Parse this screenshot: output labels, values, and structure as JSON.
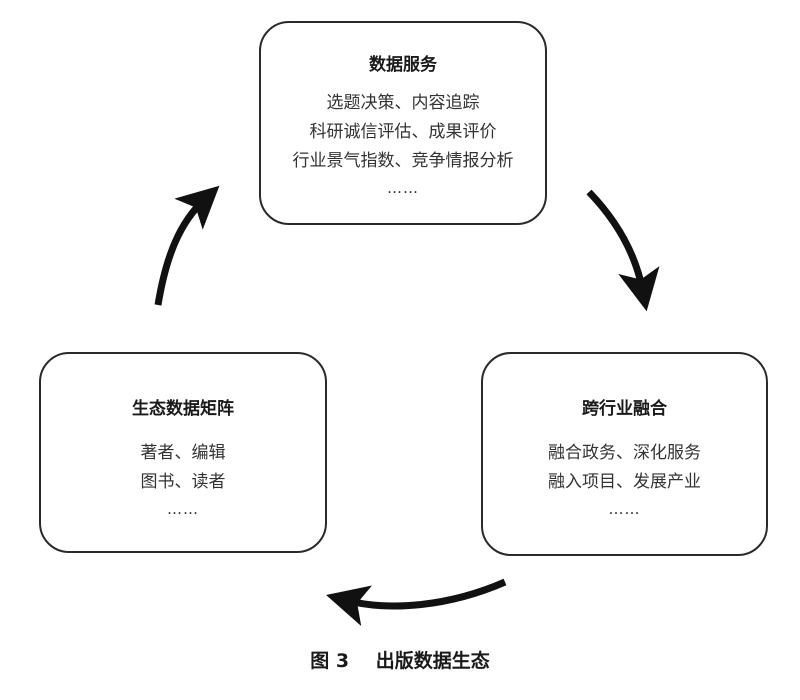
{
  "nodes": {
    "data_services": {
      "title": "数据服务",
      "lines": [
        "选题决策、内容追踪",
        "科研诚信评估、成果评价",
        "行业景气指数、竞争情报分析"
      ],
      "ellipsis": "……"
    },
    "cross_industry": {
      "title": "跨行业融合",
      "lines": [
        "融合政务、深化服务",
        "融入项目、发展产业"
      ],
      "ellipsis": "……"
    },
    "ecosystem_matrix": {
      "title": "生态数据矩阵",
      "lines": [
        "著者、编辑",
        "图书、读者"
      ],
      "ellipsis": "……"
    }
  },
  "edges": [
    {
      "from": "data_services",
      "to": "cross_industry",
      "direction": "clockwise"
    },
    {
      "from": "cross_industry",
      "to": "ecosystem_matrix",
      "direction": "clockwise"
    },
    {
      "from": "ecosystem_matrix",
      "to": "data_services",
      "direction": "clockwise"
    }
  ],
  "caption": {
    "figure_label": "图 3",
    "title": "出版数据生态"
  },
  "colors": {
    "stroke": "#111111",
    "box_border": "#2a2a2a"
  }
}
